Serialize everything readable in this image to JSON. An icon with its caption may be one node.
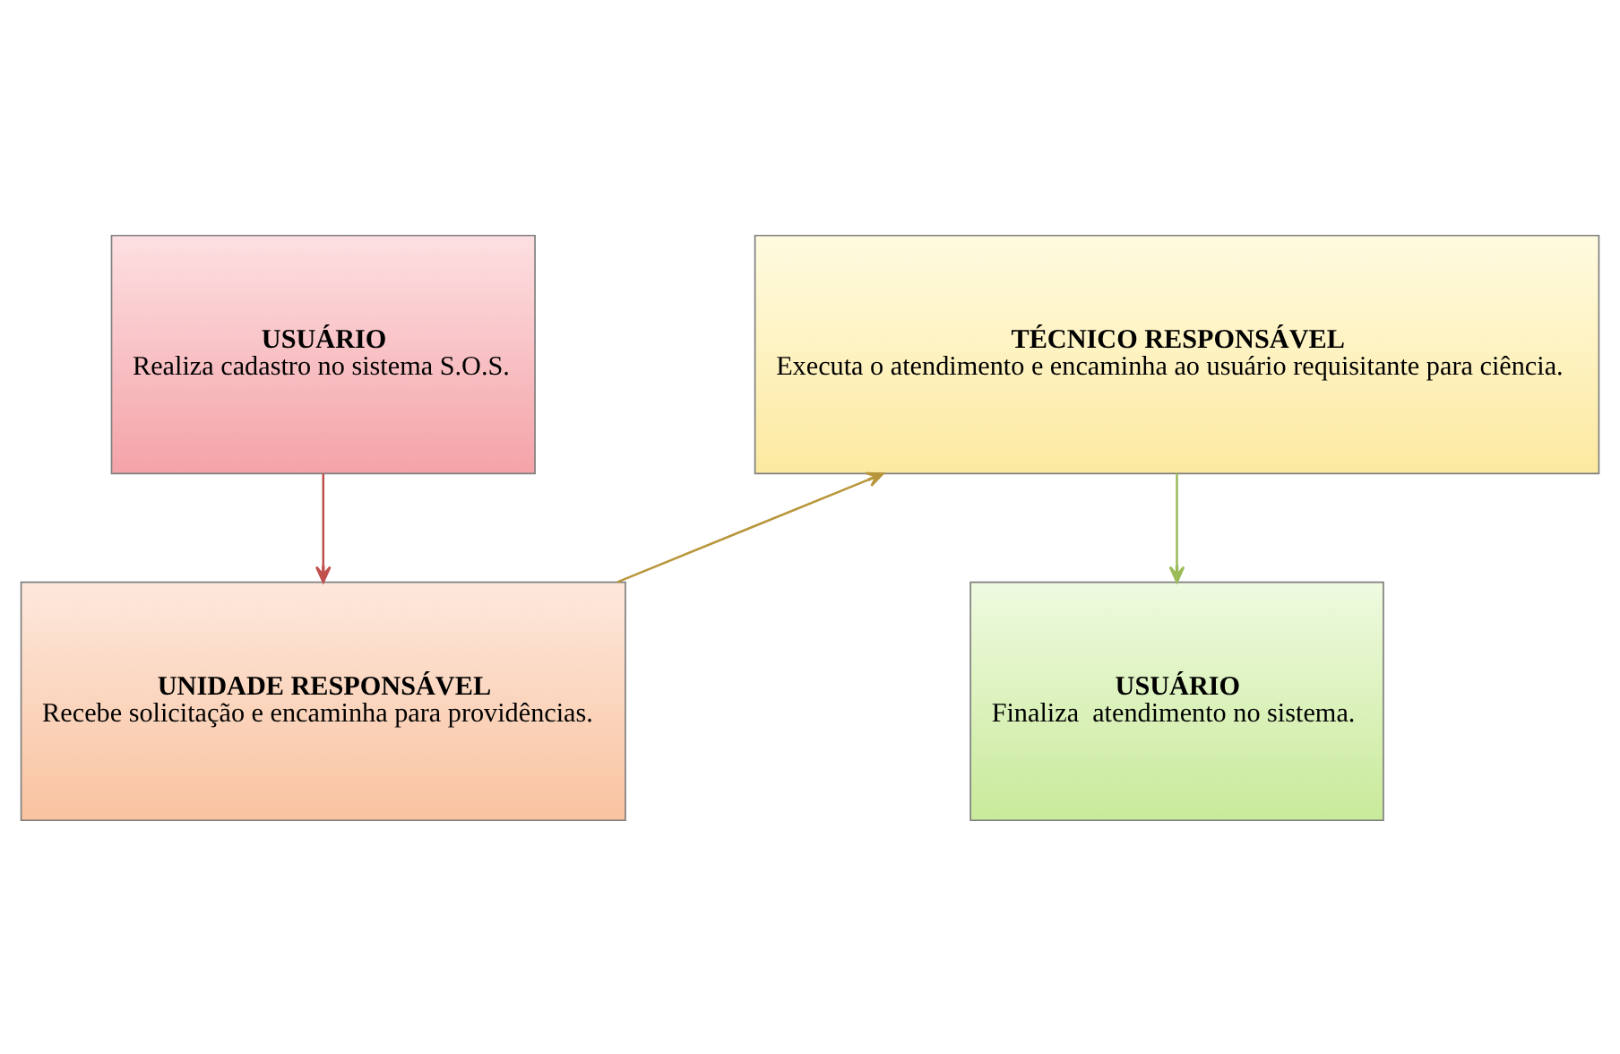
{
  "diagram": {
    "nodes": [
      {
        "text": [
          "USUÁRIO",
          "Realiza cadastro no sistema S.O.S."
        ]
      },
      {
        "text": [
          "UNIDADE RESPONSÁVEL",
          "Recebe solicitação e encaminha para providências."
        ]
      },
      {
        "text": [
          "TÉCNICO RESPONSÁVEL",
          "Executa o atendimento e encaminha ao usuário requisitante para ciência."
        ]
      },
      {
        "text": [
          "USUÁRIO",
          "Finaliza  atendimento no sistema."
        ]
      }
    ],
    "edges": [
      {
        "from": 0,
        "to": 1,
        "arrow": "to",
        "color": "#c0504d"
      },
      {
        "from": 1,
        "to": 2,
        "arrow": "to",
        "color": "#b8963c"
      },
      {
        "from": 2,
        "to": 3,
        "arrow": "to",
        "color": "#9bbb59"
      }
    ]
  }
}
